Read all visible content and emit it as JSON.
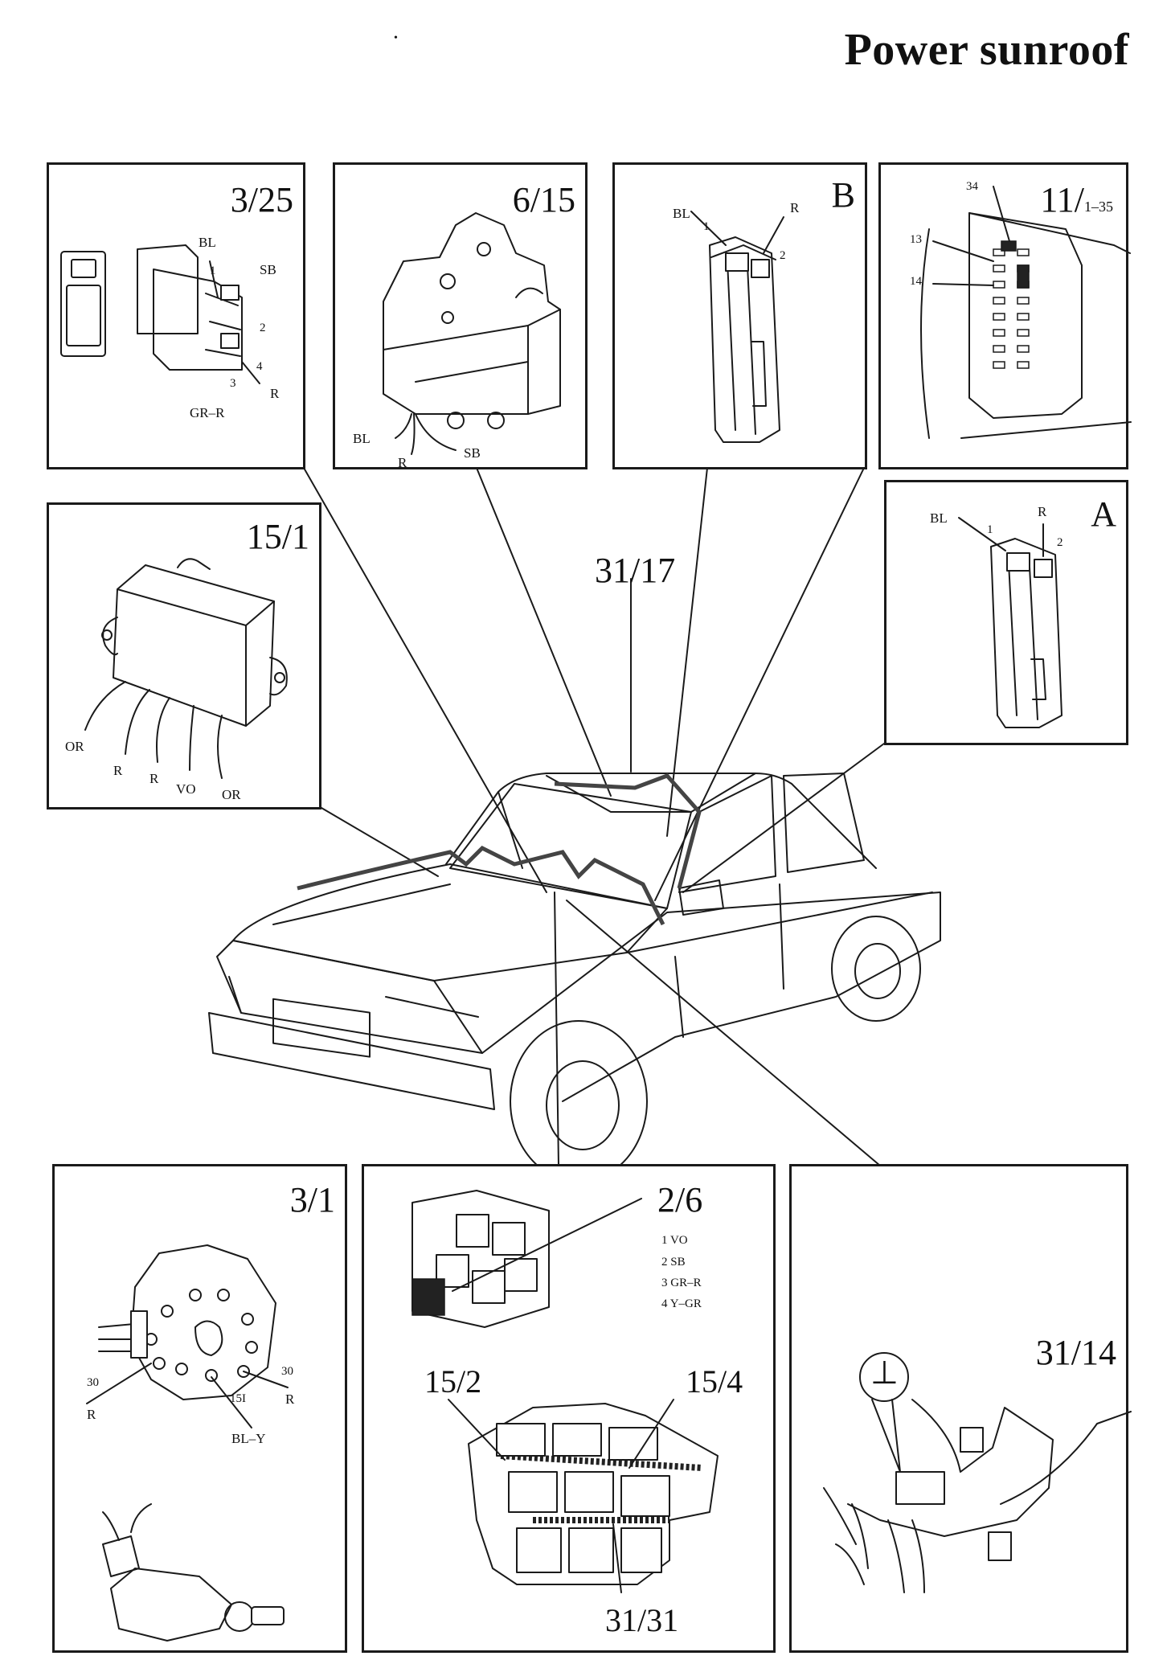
{
  "title": "Power sunroof",
  "mark": "•",
  "panels": {
    "p325": {
      "id": "3/25",
      "labels": [
        "BL",
        "1",
        "SB",
        "2",
        "4",
        "R",
        "3",
        "GR–R"
      ]
    },
    "p615": {
      "id": "6/15",
      "labels": [
        "BL",
        "R",
        "SB"
      ]
    },
    "pB": {
      "id": "B",
      "labels": [
        "BL",
        "1",
        "R",
        "2"
      ]
    },
    "p1135": {
      "id": "11/",
      "sub": "1–35",
      "labels": [
        "34",
        "13",
        "14"
      ]
    },
    "pA": {
      "id": "A",
      "labels": [
        "BL",
        "1",
        "R",
        "2"
      ]
    },
    "p151": {
      "id": "15/1",
      "labels": [
        "OR",
        "R",
        "R",
        "VO",
        "OR"
      ]
    },
    "p31": {
      "id": "3/1",
      "labels": [
        "30",
        "30",
        "R",
        "R",
        "15I",
        "BL–Y"
      ]
    },
    "p26": {
      "id": "2/6",
      "pins": [
        "1  VO",
        "2  SB",
        "3  GR–R",
        "4  Y–GR"
      ],
      "callouts": [
        "15/2",
        "15/4",
        "31/31"
      ]
    },
    "p3114": {
      "id": "31/14",
      "ground_symbol": "⊥"
    }
  },
  "car_callout": "31/17"
}
